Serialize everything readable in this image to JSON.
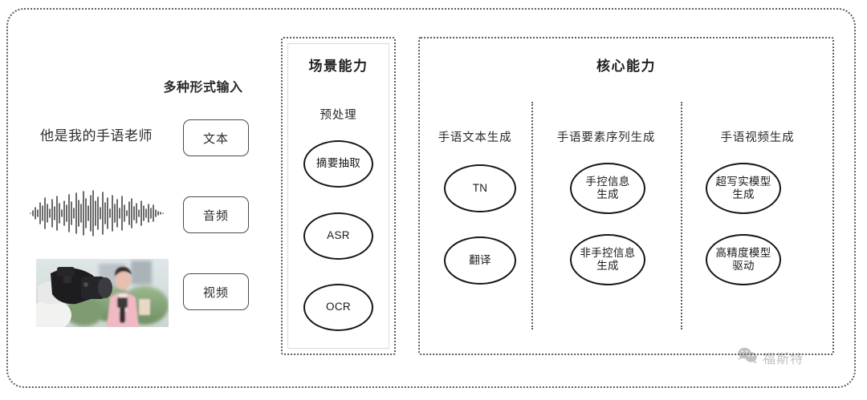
{
  "diagram": {
    "input_section": {
      "heading": "多种形式输入",
      "sample_text": "他是我的手语老师",
      "waveform_alt": "audio-waveform",
      "video_alt": "camera-filming-reporter-photo",
      "chips": [
        {
          "id": "text",
          "label": "文本"
        },
        {
          "id": "audio",
          "label": "音频"
        },
        {
          "id": "video",
          "label": "视频"
        }
      ]
    },
    "scene_panel": {
      "title": "场景能力",
      "subtitle": "预处理",
      "nodes": [
        {
          "id": "summary",
          "label": "摘要抽取"
        },
        {
          "id": "asr",
          "label": "ASR"
        },
        {
          "id": "ocr",
          "label": "OCR"
        }
      ]
    },
    "core_panel": {
      "title": "核心能力",
      "columns": [
        {
          "id": "sign-text-generation",
          "label": "手语文本生成",
          "nodes": [
            {
              "id": "tn",
              "label": "TN"
            },
            {
              "id": "translation",
              "label": "翻译"
            }
          ]
        },
        {
          "id": "sign-element-sequence-generation",
          "label": "手语要素序列生成",
          "nodes": [
            {
              "id": "manual-info",
              "label": "手控信息\n生成"
            },
            {
              "id": "non-manual-info",
              "label": "非手控信息\n生成"
            }
          ]
        },
        {
          "id": "sign-video-generation",
          "label": "手语视频生成",
          "nodes": [
            {
              "id": "photoreal-model",
              "label": "超写实模型\n生成"
            },
            {
              "id": "high-precision-model",
              "label": "高精度模型\n驱动"
            }
          ]
        }
      ]
    },
    "watermark": {
      "icon": "wechat-icon",
      "text": "福斯特"
    },
    "colors": {
      "border_dotted": "#5d5d5d",
      "node_stroke": "#161616",
      "text": "#2b2b2b",
      "watermark": "#6b6b6b"
    }
  }
}
